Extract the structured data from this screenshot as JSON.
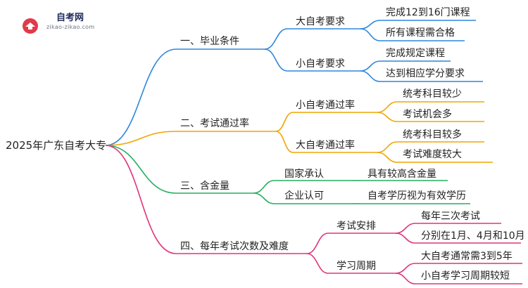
{
  "logo": {
    "name": "自考网",
    "url": "zikao-zikao.com"
  },
  "mindmap": {
    "root": "2025年广东自考大专",
    "branches": [
      {
        "label": "一、毕业条件",
        "color": "#2e86de",
        "children": [
          {
            "label": "大自考要求",
            "children": [
              "完成12到16门课程",
              "所有课程需合格"
            ]
          },
          {
            "label": "小自考要求",
            "children": [
              "完成规定课程",
              "达到相应学分要求"
            ]
          }
        ]
      },
      {
        "label": "二、考试通过率",
        "color": "#f0a500",
        "children": [
          {
            "label": "小自考通过率",
            "children": [
              "统考科目较少",
              "考试机会多"
            ]
          },
          {
            "label": "大自考通过率",
            "children": [
              "统考科目较多",
              "考试难度较大"
            ]
          }
        ]
      },
      {
        "label": "三、含金量",
        "color": "#27ae60",
        "children": [
          {
            "label": "国家承认",
            "children": [
              "具有较高含金量"
            ]
          },
          {
            "label": "企业认可",
            "children": [
              "自考学历视为有效学历"
            ]
          }
        ]
      },
      {
        "label": "四、每年考试次数及难度",
        "color": "#e0337a",
        "children": [
          {
            "label": "考试安排",
            "children": [
              "每年三次考试",
              "分别在1月、4月和10月"
            ]
          },
          {
            "label": "学习周期",
            "children": [
              "大自考通常需3到5年",
              "小自考学习周期较短"
            ]
          }
        ]
      }
    ]
  }
}
